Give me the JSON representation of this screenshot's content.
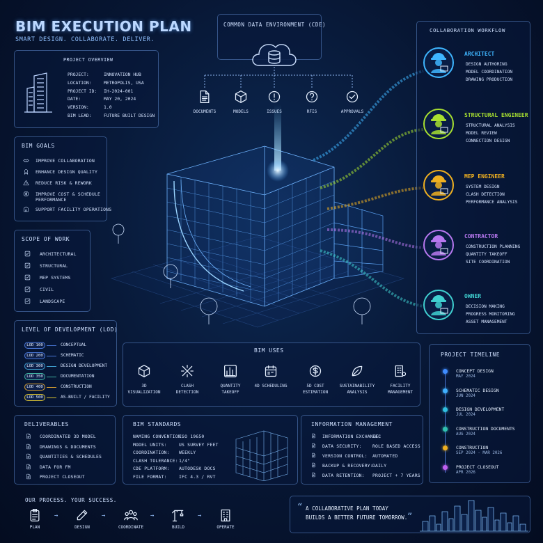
{
  "header": {
    "title": "BIM EXECUTION PLAN",
    "subtitle": "SMART DESIGN. COLLABORATE. DELIVER."
  },
  "project_overview": {
    "title": "PROJECT OVERVIEW",
    "rows": [
      {
        "key": "PROJECT:",
        "value": "INNOVATION HUB"
      },
      {
        "key": "LOCATION:",
        "value": "METROPOLIS, USA"
      },
      {
        "key": "PROJECT ID:",
        "value": "IH-2024-001"
      },
      {
        "key": "DATE:",
        "value": "MAY 20, 2024"
      },
      {
        "key": "VERSION:",
        "value": "1.0"
      },
      {
        "key": "BIM LEAD:",
        "value": "FUTURE BUILT DESIGN"
      }
    ]
  },
  "cde": {
    "title": "COMMON DATA ENVIRONMENT (CDE)",
    "items": [
      {
        "label": "DOCUMENTS",
        "icon": "document-icon"
      },
      {
        "label": "MODELS",
        "icon": "cube-icon"
      },
      {
        "label": "ISSUES",
        "icon": "alert-icon"
      },
      {
        "label": "RFIS",
        "icon": "question-icon"
      },
      {
        "label": "APPROVALS",
        "icon": "check-icon"
      }
    ]
  },
  "bim_goals": {
    "title": "BIM GOALS",
    "items": [
      {
        "line1": "IMPROVE COLLABORATION",
        "line2": ""
      },
      {
        "line1": "ENHANCE DESIGN QUALITY",
        "line2": ""
      },
      {
        "line1": "REDUCE RISK & REWORK",
        "line2": ""
      },
      {
        "line1": "IMPROVE COST & SCHEDULE",
        "line2": "PERFORMANCE"
      },
      {
        "line1": "SUPPORT FACILITY OPERATIONS",
        "line2": ""
      }
    ]
  },
  "scope_of_work": {
    "title": "SCOPE OF WORK",
    "items": [
      "ARCHITECTURAL",
      "STRUCTURAL",
      "MEP SYSTEMS",
      "CIVIL",
      "LANDSCAPE"
    ]
  },
  "lod": {
    "title": "LEVEL OF DEVELOPMENT (LOD)",
    "items": [
      {
        "badge": "LOD 100",
        "label": "CONCEPTUAL",
        "color": "#4a78d8"
      },
      {
        "badge": "LOD 200",
        "label": "SCHEMATIC",
        "color": "#4a78d8"
      },
      {
        "badge": "LOD 300",
        "label": "DESIGN DEVELOPMENT",
        "color": "#3fa0d0"
      },
      {
        "badge": "LOD 350",
        "label": "DOCUMENTATION",
        "color": "#3fb0a0"
      },
      {
        "badge": "LOD 400",
        "label": "CONSTRUCTION",
        "color": "#d8a030"
      },
      {
        "badge": "LOD 500",
        "label": "AS-BUILT / FACILITY",
        "color": "#d8c030"
      }
    ]
  },
  "collaboration": {
    "title": "COLLABORATION WORKFLOW",
    "roles": [
      {
        "name": "ARCHITECT",
        "color": "#3fb6ff",
        "tasks": [
          "DESIGN AUTHORING",
          "MODEL COORDINATION",
          "DRAWING PRODUCTION"
        ]
      },
      {
        "name": "STRUCTURAL ENGINEER",
        "color": "#a8e030",
        "tasks": [
          "STRUCTURAL ANALYSIS",
          "MODEL REVIEW",
          "CONNECTION DESIGN"
        ]
      },
      {
        "name": "MEP ENGINEER",
        "color": "#f0b020",
        "tasks": [
          "SYSTEM DESIGN",
          "CLASH DETECTION",
          "PERFORMANCE ANALYSIS"
        ]
      },
      {
        "name": "CONTRACTOR",
        "color": "#b878f0",
        "tasks": [
          "CONSTRUCTION PLANNING",
          "QUANTITY TAKEOFF",
          "SITE COORDINATION"
        ]
      },
      {
        "name": "OWNER",
        "color": "#40d0d0",
        "tasks": [
          "DECISION MAKING",
          "PROGRESS MONITORING",
          "ASSET MANAGEMENT"
        ]
      }
    ]
  },
  "bim_uses": {
    "title": "BIM USES",
    "items": [
      {
        "line1": "3D",
        "line2": "VISUALIZATION",
        "icon": "cube-icon"
      },
      {
        "line1": "CLASH",
        "line2": "DETECTION",
        "icon": "clash-icon"
      },
      {
        "line1": "QUANTITY",
        "line2": "TAKEOFF",
        "icon": "bar-chart-icon"
      },
      {
        "line1": "4D SCHEDULING",
        "line2": "",
        "icon": "calendar-icon"
      },
      {
        "line1": "5D COST",
        "line2": "ESTIMATION",
        "icon": "dollar-icon"
      },
      {
        "line1": "SUSTAINABILITY",
        "line2": "ANALYSIS",
        "icon": "leaf-icon"
      },
      {
        "line1": "FACILITY",
        "line2": "MANAGEMENT",
        "icon": "facility-icon"
      }
    ]
  },
  "timeline": {
    "title": "PROJECT TIMELINE",
    "items": [
      {
        "name": "CONCEPT DESIGN",
        "date": "MAY 2024",
        "color": "#3f8cff"
      },
      {
        "name": "SCHEMATIC DESIGN",
        "date": "JUN 2024",
        "color": "#3fb0ff"
      },
      {
        "name": "DESIGN DEVELOPMENT",
        "date": "JUL 2024",
        "color": "#30c0e0"
      },
      {
        "name": "CONSTRUCTION DOCUMENTS",
        "date": "AUG 2024",
        "color": "#30c0b0"
      },
      {
        "name": "CONSTRUCTION",
        "date": "SEP 2024 - MAR 2026",
        "color": "#f0b020"
      },
      {
        "name": "PROJECT CLOSEOUT",
        "date": "APR 2026",
        "color": "#c060f0"
      }
    ]
  },
  "deliverables": {
    "title": "DELIVERABLES",
    "items": [
      "COORDINATED 3D MODEL",
      "DRAWINGS & DOCUMENTS",
      "QUANTITIES & SCHEDULES",
      "DATA FOR FM",
      "PROJECT CLOSEOUT"
    ]
  },
  "standards": {
    "title": "BIM STANDARDS",
    "rows": [
      {
        "key": "NAMING CONVENTION:",
        "value": "ISO 19650"
      },
      {
        "key": "MODEL UNITS:",
        "value": "US SURVEY FEET"
      },
      {
        "key": "COORDINATION:",
        "value": "WEEKLY"
      },
      {
        "key": "CLASH TOLERANCE:",
        "value": "1/4\""
      },
      {
        "key": "CDE PLATFORM:",
        "value": "AUTODESK DOCS"
      },
      {
        "key": "FILE FORMAT:",
        "value": "IFC 4.3 / RVT"
      }
    ]
  },
  "info_mgmt": {
    "title": "INFORMATION MANAGEMENT",
    "rows": [
      {
        "key": "INFORMATION EXCHANGE:",
        "value": "IFC"
      },
      {
        "key": "DATA SECURITY:",
        "value": "ROLE BASED ACCESS"
      },
      {
        "key": "VERSION CONTROL:",
        "value": "AUTOMATED"
      },
      {
        "key": "BACKUP & RECOVERY:",
        "value": "DAILY"
      },
      {
        "key": "DATA RETENTION:",
        "value": "PROJECT + 7 YEARS"
      }
    ]
  },
  "process": {
    "title": "OUR PROCESS. YOUR SUCCESS.",
    "steps": [
      {
        "label": "PLAN",
        "icon": "clipboard-icon"
      },
      {
        "label": "DESIGN",
        "icon": "pencil-ruler-icon"
      },
      {
        "label": "COORDINATE",
        "icon": "team-icon"
      },
      {
        "label": "BUILD",
        "icon": "crane-icon"
      },
      {
        "label": "OPERATE",
        "icon": "building-icon"
      }
    ]
  },
  "quote": {
    "line1": "A COLLABORATIVE PLAN TODAY",
    "line2": "BUILDS A BETTER FUTURE TOMORROW."
  }
}
